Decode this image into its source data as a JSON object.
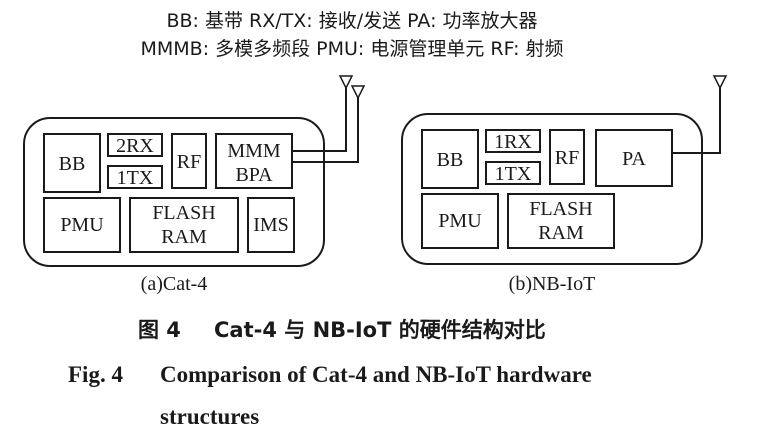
{
  "legend": {
    "line1": "BB: 基带   RX/TX: 接收/发送   PA: 功率放大器",
    "line2": "MMMB: 多模多频段  PMU: 电源管理单元  RF: 射频"
  },
  "cat4": {
    "caption": "(a)Cat-4",
    "bb": "BB",
    "rx": "2RX",
    "tx": "1TX",
    "rf": "RF",
    "mmmbpa_line1": "MMM",
    "mmmbpa_line2": "BPA",
    "pmu": "PMU",
    "flash_line1": "FLASH",
    "flash_line2": "RAM",
    "ims": "IMS"
  },
  "nbiot": {
    "caption": "(b)NB-IoT",
    "bb": "BB",
    "rx": "1RX",
    "tx": "1TX",
    "rf": "RF",
    "pa": "PA",
    "pmu": "PMU",
    "flash_line1": "FLASH",
    "flash_line2": "RAM"
  },
  "caption": {
    "cn_label": "图 4",
    "cn_title": "Cat-4 与 NB-IoT 的硬件结构对比",
    "en_label": "Fig. 4",
    "en_title_line1": "Comparison of Cat-4 and NB-IoT hardware",
    "en_title_line2": "structures"
  }
}
